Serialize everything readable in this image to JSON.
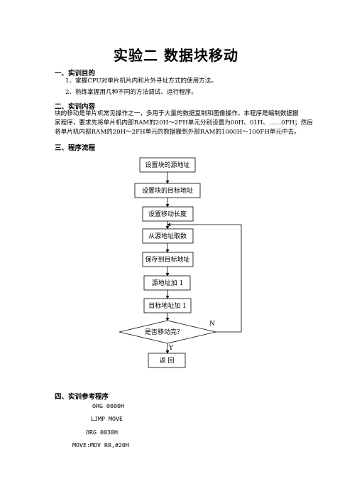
{
  "title": "实验二  数据块移动",
  "sections": {
    "purpose_heading": "一、实训目的",
    "purpose_items": [
      "1、掌握CPU对单片机片内和片外寻址方式的使用方法。",
      "2、熟练掌握用几种不同的方法调试、运行程序。"
    ],
    "content_heading": "二、实训内容",
    "content_lines": [
      "块的移动是单片机常见操作之一，多用于大量的数据复制和图像操作。本程序是编制数据搬",
      "家程序，要求先将单片机内部RAM的20H～2FH单元分别设置为00H、01H、……0FH；然后",
      "将单片机内部RAM的20H～2FH单元的数据搬到外部RAM的1000H～100FH单元中去。"
    ],
    "flow_heading": "三、程序流程",
    "code_heading": "四、实训参考程序"
  },
  "flowchart": {
    "steps": [
      "设置块的源地址",
      "设置块的目标地址",
      "设置移动长度",
      "从源地址取数",
      "保存到目标地址",
      "源地址加 1",
      "目标地址加 1"
    ],
    "decision": "是否移动完？",
    "no_label": "N",
    "yes_label": "Y",
    "end": "返  回"
  },
  "code_lines": [
    "ORG 0000H",
    "LJMP MOVE",
    "ORG 0030H",
    "MOVE:MOV R0,#20H"
  ]
}
